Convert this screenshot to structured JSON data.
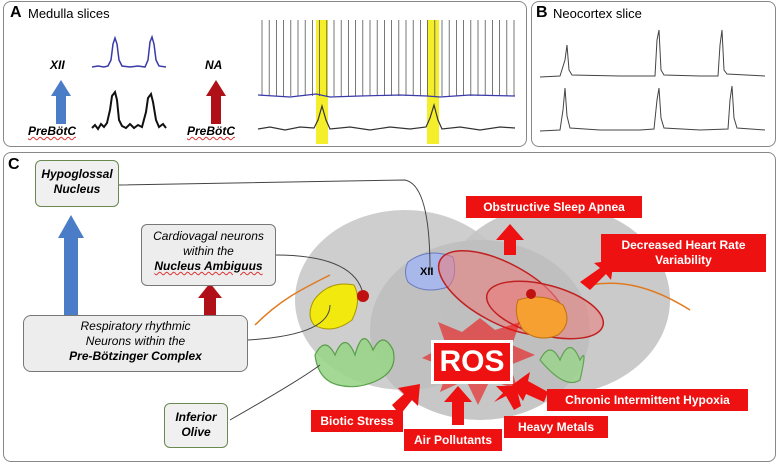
{
  "panel_a": {
    "label": "A",
    "title": "Medulla slices",
    "xii_label": "XII",
    "na_label": "NA",
    "prebotc_left": "PreBötC",
    "prebotc_right": "PreBötC"
  },
  "panel_b": {
    "label": "B",
    "title": "Neocortex slice"
  },
  "panel_c": {
    "label": "C",
    "hypoglossal_line1": "Hypoglossal",
    "hypoglossal_line2": "Nucleus",
    "cardio_line1": "Cardiovagal neurons",
    "cardio_line2": "within the",
    "cardio_line3": "Nucleus Ambiguus",
    "resp_line1": "Respiratory rhythmic",
    "resp_line2": "Neurons within the",
    "resp_line3": "Pre-Bötzinger Complex",
    "olive_line1": "Inferior",
    "olive_line2": "Olive",
    "xii_tag": "XII",
    "ros": "ROS",
    "osa": "Obstructive Sleep Apnea",
    "hrv_line1": "Decreased Heart Rate",
    "hrv_line2": "Variability",
    "cih": "Chronic Intermittent Hypoxia",
    "biotic": "Biotic Stress",
    "air": "Air Pollutants",
    "metals": "Heavy Metals"
  },
  "colors": {
    "blue_arrow": "#4a7cc8",
    "red_arrow": "#b01018",
    "label_red": "#ee1111",
    "trace_blue": "#3a3aa8",
    "highlight": "#f4ef2a"
  }
}
